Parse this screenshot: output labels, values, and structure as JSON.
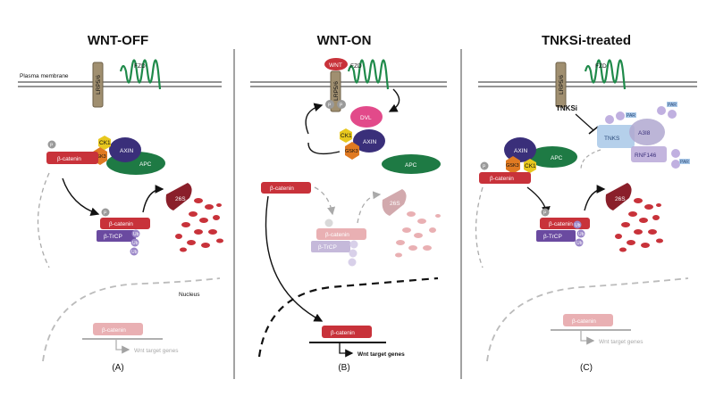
{
  "panels": [
    {
      "title": "WNT-OFF",
      "label": "(A)"
    },
    {
      "title": "WNT-ON",
      "label": "(B)"
    },
    {
      "title": "TNKSi-treated",
      "label": "(C)"
    }
  ],
  "labels": {
    "plasma_membrane": "Plasma membrane",
    "lrp": "LRP5/6",
    "fzd": "FZD",
    "wnt": "WNT",
    "p": "P",
    "ck1": "CK1",
    "axin": "AXIN",
    "gsk3": "GSK3",
    "apc": "APC",
    "dvl": "DVL",
    "beta_catenin": "β-catenin",
    "btrcp": "β-TrCP",
    "ub": "Ub",
    "proteasome": "26S",
    "nucleus": "Nucleus",
    "target_genes": "Wnt target genes",
    "tnksi": "TNKSi",
    "tnks": "TNKS",
    "a3_18": "A3I8",
    "rnf146": "RNF146",
    "par": "PAR"
  },
  "colors": {
    "beta_catenin": "#c8323a",
    "axin": "#3a2f7a",
    "apc": "#1e7a44",
    "ck1": "#e8c81e",
    "gsk3": "#e07a22",
    "dvl": "#e24a8a",
    "btrcp": "#6a4aa0",
    "ub": "#9a86c8",
    "proteasome": "#8a1f2a",
    "fzd": "#1f8a4a",
    "lrp": "#a08f70",
    "tnks": "#a8c8e8",
    "rnf146": "#b8a8d8"
  }
}
